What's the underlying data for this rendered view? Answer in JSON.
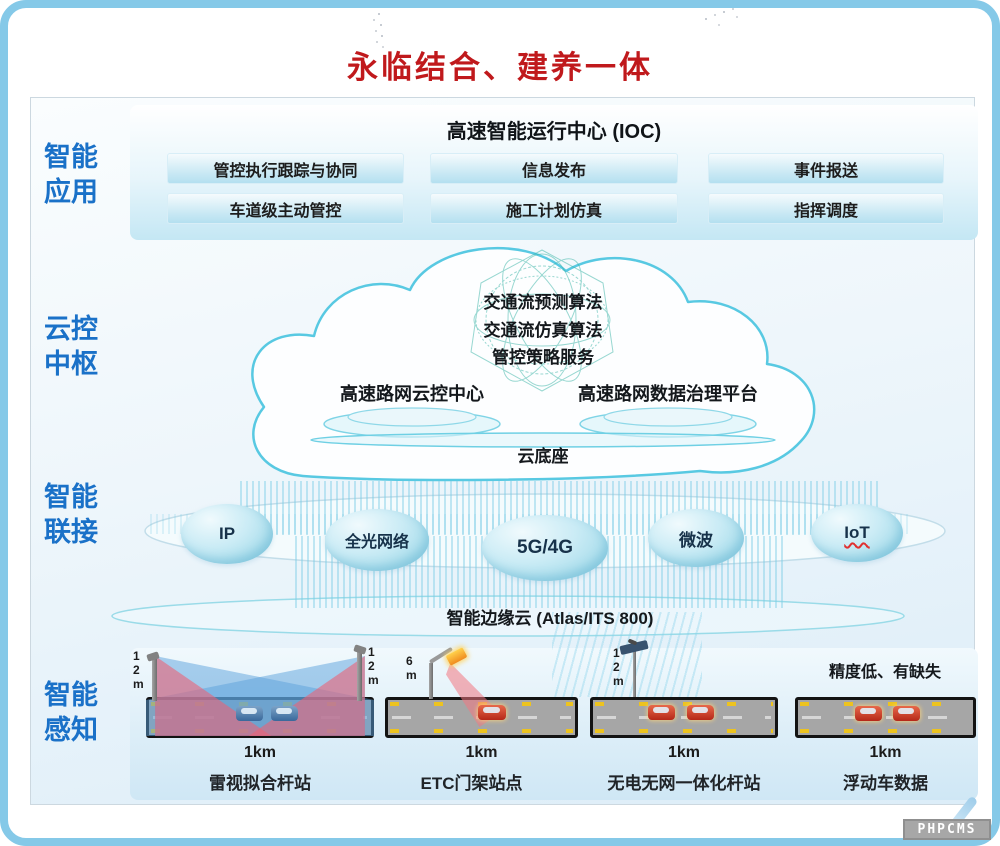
{
  "title": "永临结合、建养一体",
  "layers": [
    "智能应用",
    "云控中枢",
    "智能联接",
    "智能感知"
  ],
  "ioc": {
    "title": "高速智能运行中心 (IOC)",
    "buttons": [
      "管控执行跟踪与协同",
      "信息发布",
      "事件报送",
      "车道级主动管控",
      "施工计划仿真",
      "指挥调度"
    ]
  },
  "cloud": {
    "algorithms": [
      "交通流预测算法",
      "交通流仿真算法",
      "管控策略服务"
    ],
    "platforms": [
      "高速路网云控中心",
      "高速路网数据治理平台"
    ],
    "base": "云底座"
  },
  "network": {
    "nodes": [
      "IP",
      "全光网络",
      "5G/4G",
      "微波",
      "IoT"
    ],
    "edge_label": "智能边缘云 (Atlas/ITS 800)"
  },
  "perception": {
    "stations": [
      {
        "name": "雷视拟合杆站",
        "distance": "1km",
        "pole_height": "12 m"
      },
      {
        "name": "ETC门架站点",
        "distance": "1km",
        "pole_height": "6 m"
      },
      {
        "name": "无电无网一体化杆站",
        "distance": "1km",
        "pole_height": "12 m"
      },
      {
        "name": "浮动车数据",
        "distance": "1km",
        "note": "精度低、有缺失"
      }
    ]
  },
  "watermark": "PHPCMS",
  "colors": {
    "title_red": "#c0191c",
    "label_blue": "#1a71c8",
    "frame_blue": "#85c9e8",
    "cloud_cyan": "#58c9e2",
    "mesh_teal": "#36b2a4"
  }
}
